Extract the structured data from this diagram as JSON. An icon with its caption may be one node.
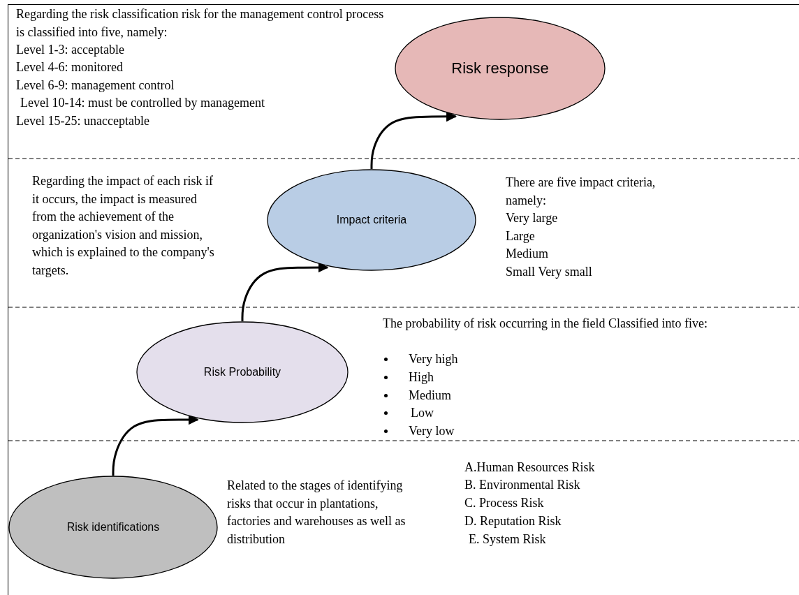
{
  "diagram": {
    "nodes": [
      {
        "text": [
          "Risk response"
        ],
        "beside": [
          "Regarding the risk classification risk for the management control process is classified into five, namely:",
          "Level 1-3: acceptable",
          "Level 4-6: monitored",
          "Level 6-9: management control",
          "Level 10-14: must be controlled by management",
          "Level 15-25: unacceptable"
        ]
      },
      {
        "text": [
          "Impact criteria"
        ],
        "beside": [
          "There are five impact criteria, namely:",
          "Very large",
          "Large",
          "Medium",
          "Small Very small"
        ]
      },
      {
        "text": [
          "Risk Probability"
        ],
        "beside": [
          "The probability of risk occurring in the field Classified into five:",
          "Very high",
          "High",
          "Medium",
          "Low",
          "Very low"
        ]
      },
      {
        "text": [
          "Risk identifications"
        ],
        "beside": [
          "Related to the stages of identifying risks that occur in plantations, factories and warehouses as well as distribution",
          "A.Human Resources Risk",
          "B. Environmental Risk",
          "C. Process Risk",
          "D. Reputation Risk",
          "E. System Risk"
        ]
      }
    ],
    "edges": [
      {
        "from": 3,
        "to": 2,
        "arrow": "to"
      },
      {
        "from": 2,
        "to": 1,
        "arrow": "to"
      },
      {
        "from": 1,
        "to": 0,
        "arrow": "to"
      }
    ],
    "labels": [
      "Regarding the impact of each risk if it occurs, the impact is measured from the achievement of the organization's vision and mission, which is explained to the company's targets."
    ]
  }
}
